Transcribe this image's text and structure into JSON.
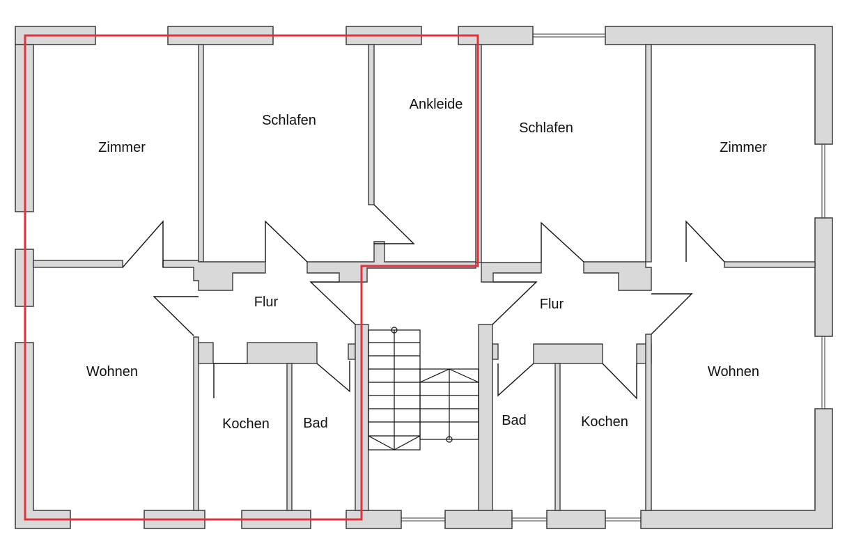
{
  "floor_plan": {
    "rooms": [
      {
        "id": "zimmer-left",
        "label": "Zimmer"
      },
      {
        "id": "schlafen-left",
        "label": "Schlafen"
      },
      {
        "id": "ankleide",
        "label": "Ankleide"
      },
      {
        "id": "schlafen-right",
        "label": "Schlafen"
      },
      {
        "id": "zimmer-right",
        "label": "Zimmer"
      },
      {
        "id": "flur-left",
        "label": "Flur"
      },
      {
        "id": "flur-right",
        "label": "Flur"
      },
      {
        "id": "wohnen-left",
        "label": "Wohnen"
      },
      {
        "id": "kochen-left",
        "label": "Kochen"
      },
      {
        "id": "bad-left",
        "label": "Bad"
      },
      {
        "id": "bad-right",
        "label": "Bad"
      },
      {
        "id": "kochen-right",
        "label": "Kochen"
      },
      {
        "id": "wohnen-right",
        "label": "Wohnen"
      }
    ],
    "colors": {
      "wall_fill": "#d9d9d9",
      "wall_stroke": "#3a3a3a",
      "highlight_boundary": "#e0323c",
      "background": "#ffffff"
    }
  }
}
